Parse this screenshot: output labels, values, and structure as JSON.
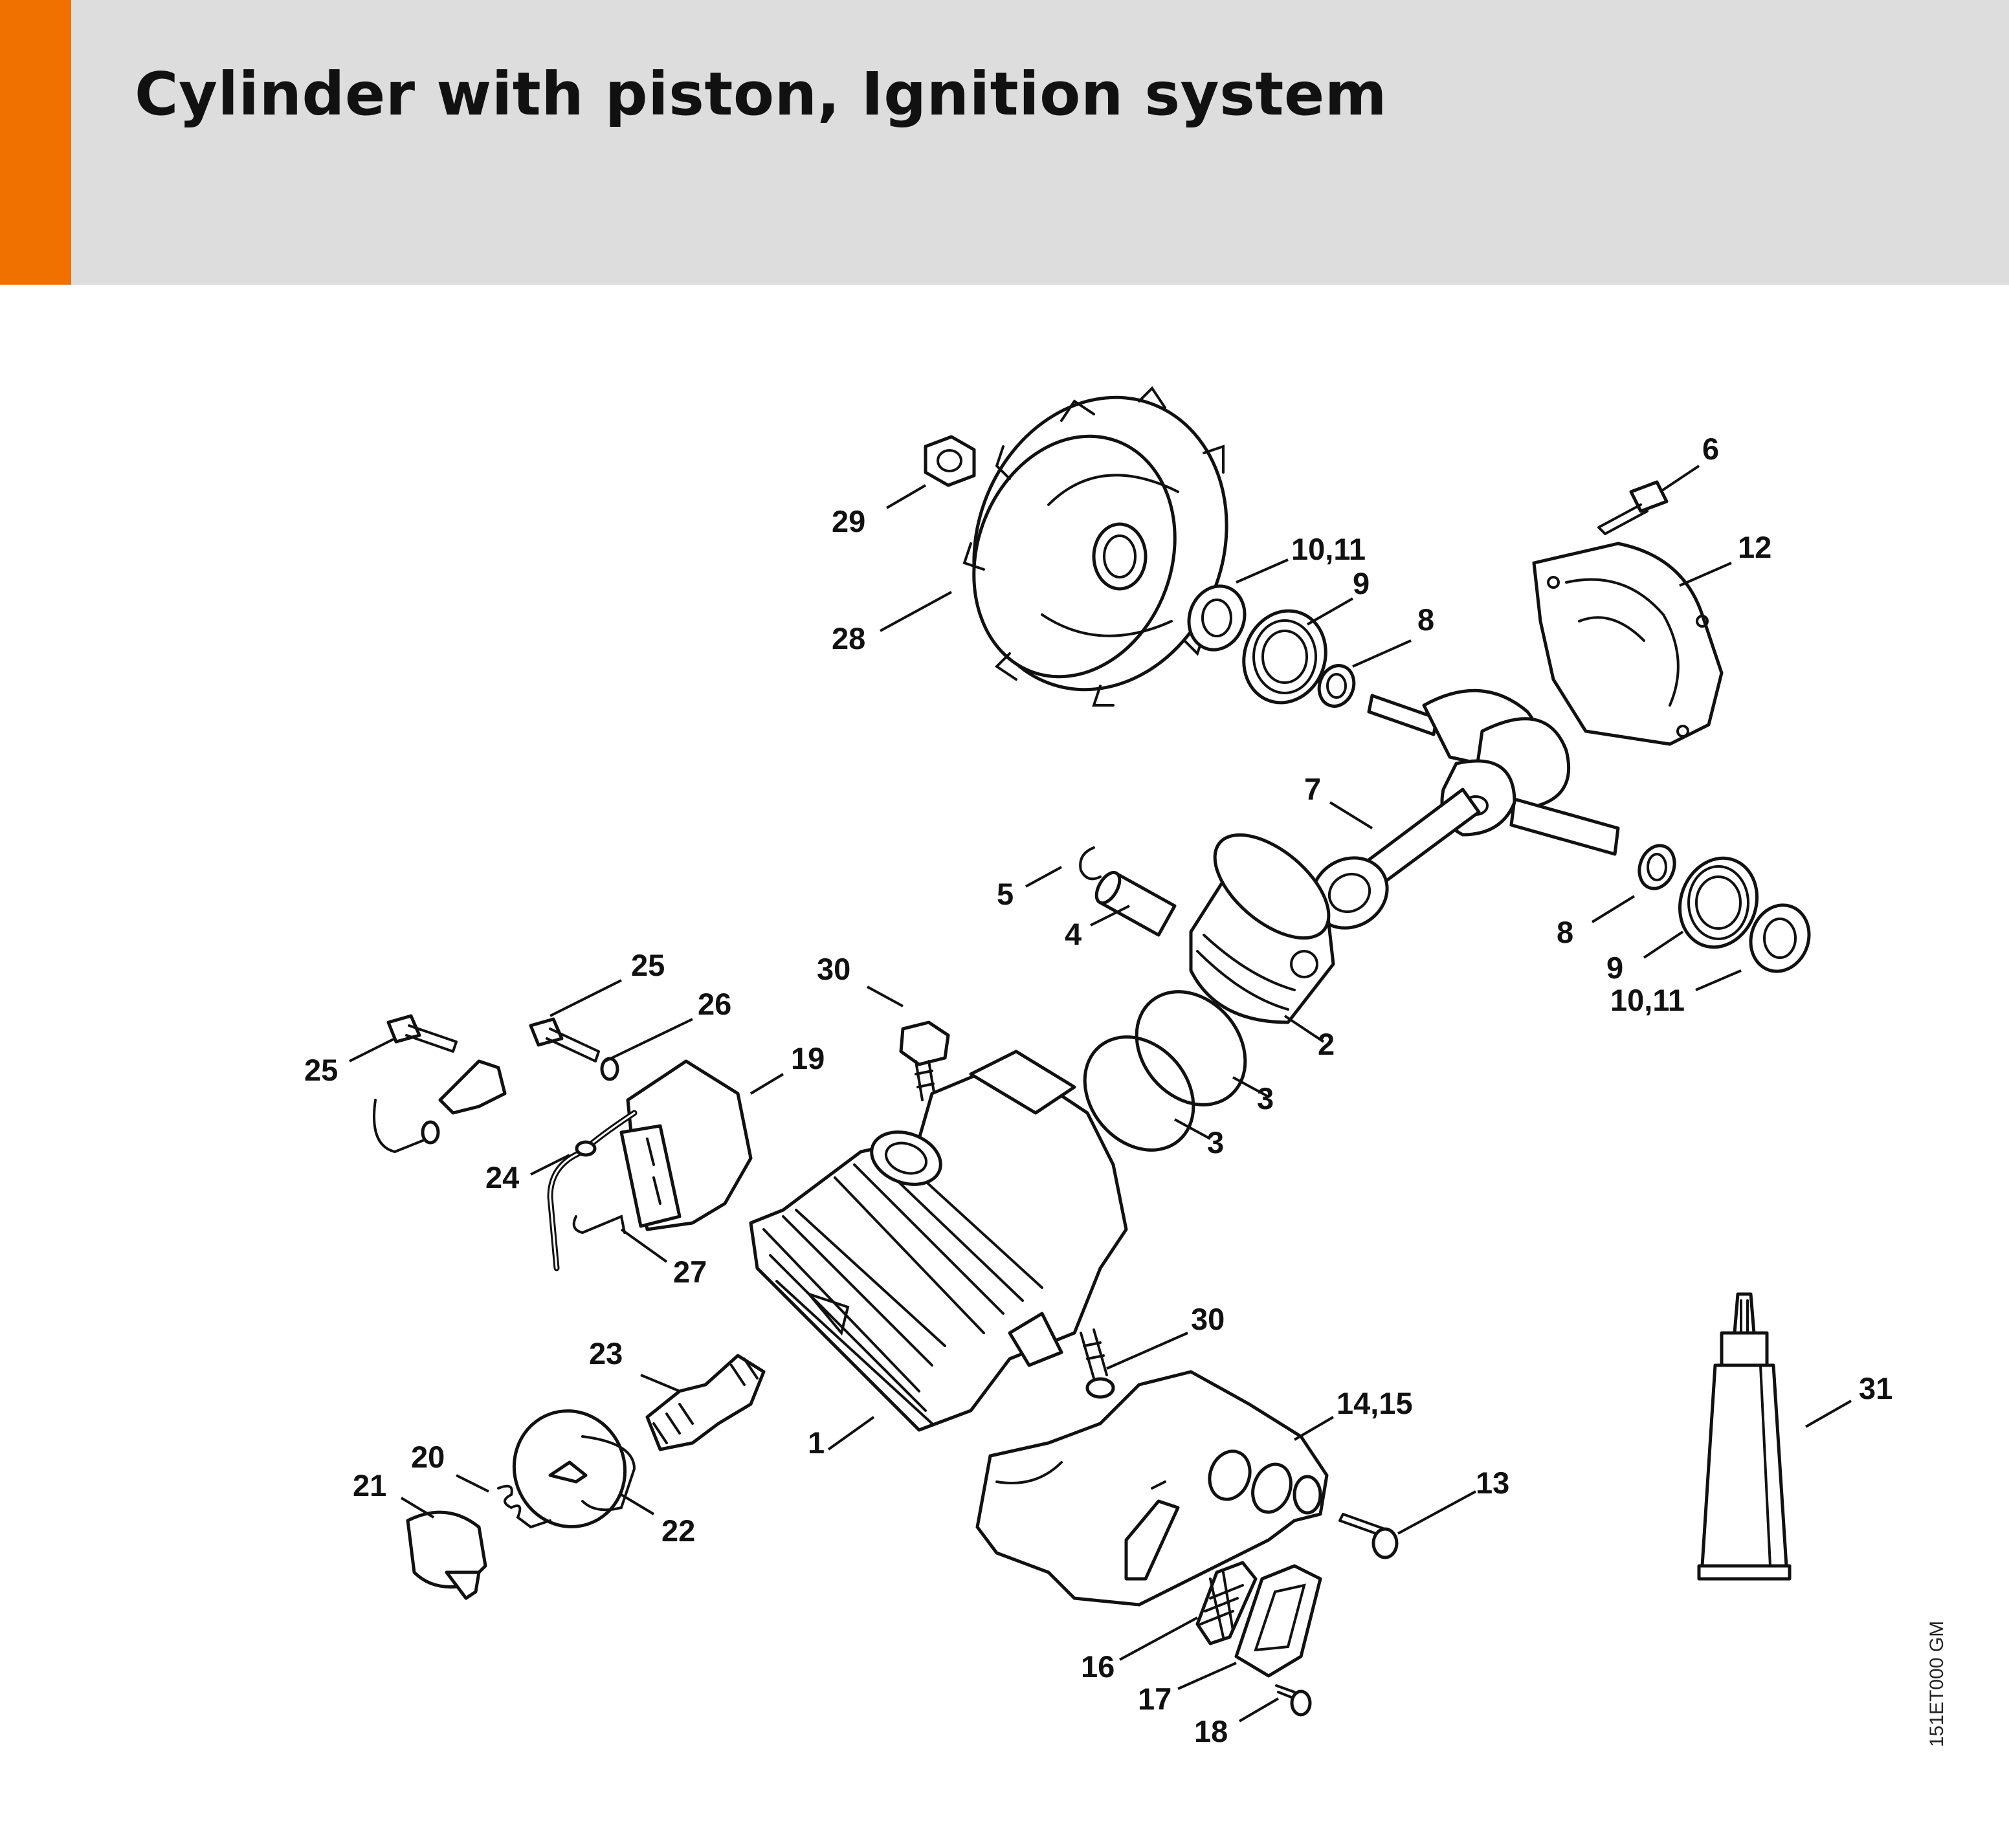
{
  "header": {
    "title": "Cylinder with piston, Ignition system",
    "accent_color": "#f07000",
    "background_color": "#dcdddc"
  },
  "diagram": {
    "drawing_code": "151ET000 GM",
    "callouts": {
      "c1": "1",
      "c2": "2",
      "c3a": "3",
      "c3b": "3",
      "c4": "4",
      "c5": "5",
      "c6": "6",
      "c7": "7",
      "c8a": "8",
      "c8b": "8",
      "c9a": "9",
      "c9b": "9",
      "c10a": "10,11",
      "c10b": "10,11",
      "c12": "12",
      "c13": "13",
      "c14": "14,15",
      "c16": "16",
      "c17": "17",
      "c18": "18",
      "c19": "19",
      "c20": "20",
      "c21": "21",
      "c22": "22",
      "c23": "23",
      "c24": "24",
      "c25a": "25",
      "c25b": "25",
      "c26": "26",
      "c27": "27",
      "c28": "28",
      "c29": "29",
      "c30a": "30",
      "c30b": "30",
      "c31": "31"
    }
  }
}
